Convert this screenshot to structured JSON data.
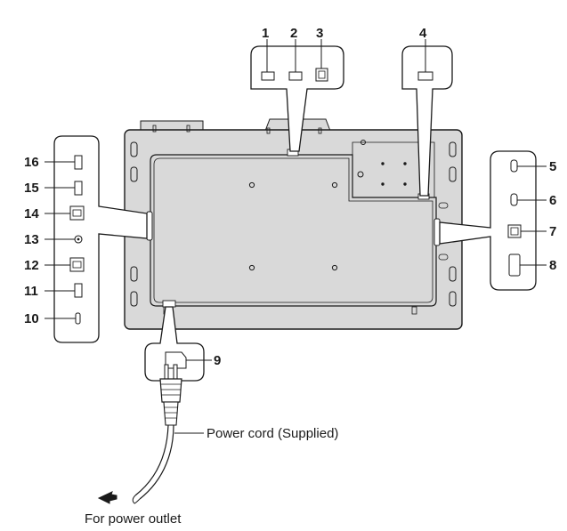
{
  "labels": {
    "n1": "1",
    "n2": "2",
    "n3": "3",
    "n4": "4",
    "n5": "5",
    "n6": "6",
    "n7": "7",
    "n8": "8",
    "n9": "9",
    "n10": "10",
    "n11": "11",
    "n12": "12",
    "n13": "13",
    "n14": "14",
    "n15": "15",
    "n16": "16"
  },
  "captions": {
    "power_cord": "Power cord (Supplied)",
    "power_outlet": "For power outlet"
  },
  "colors": {
    "stroke": "#1a1a1a",
    "panel_fill": "#d9d9d9",
    "background": "#ffffff"
  }
}
